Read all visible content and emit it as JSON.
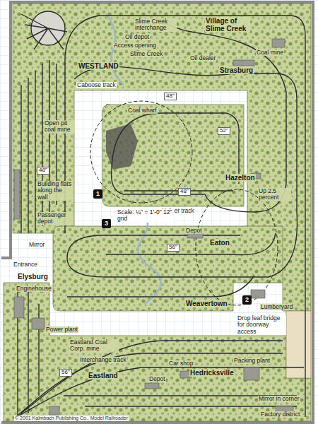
{
  "diagram": {
    "labels": [
      "Slime Creek interchange",
      "Village of Slime Creek",
      "Oil depot",
      "Access opening",
      "Slime Creek",
      "WESTLAND",
      "Oil dealer",
      "Coal mine",
      "Strasburg",
      "Caboose track",
      "Coal wharf",
      "48\"",
      "Open pit coal mine",
      "52\"",
      "48\"",
      "Building flats along the wall",
      "Hazelton",
      "48\"",
      "Helper track",
      "Up 2.5 percent",
      "Passenger depot",
      "1",
      "Scale: ¼\" = 1'-0\" 12\" grid",
      "3",
      "Depot",
      "Eaton",
      "Mirror",
      "56\"",
      "Entrance",
      "Elysburg",
      "Enginehouse",
      "Power plant",
      "Eastland Coal Corp. mine",
      "Interchange track",
      "56\"",
      "Eastland",
      "Depot",
      "Car shop",
      "Hedricksville",
      "Packing plant",
      "Mirror in corner",
      "Weavertown",
      "2",
      "Lumberyard",
      "Drop leaf bridge for doorway access",
      "Factory district",
      "© 2001 Kalmbach Publishing Co., Model Railroader"
    ]
  }
}
